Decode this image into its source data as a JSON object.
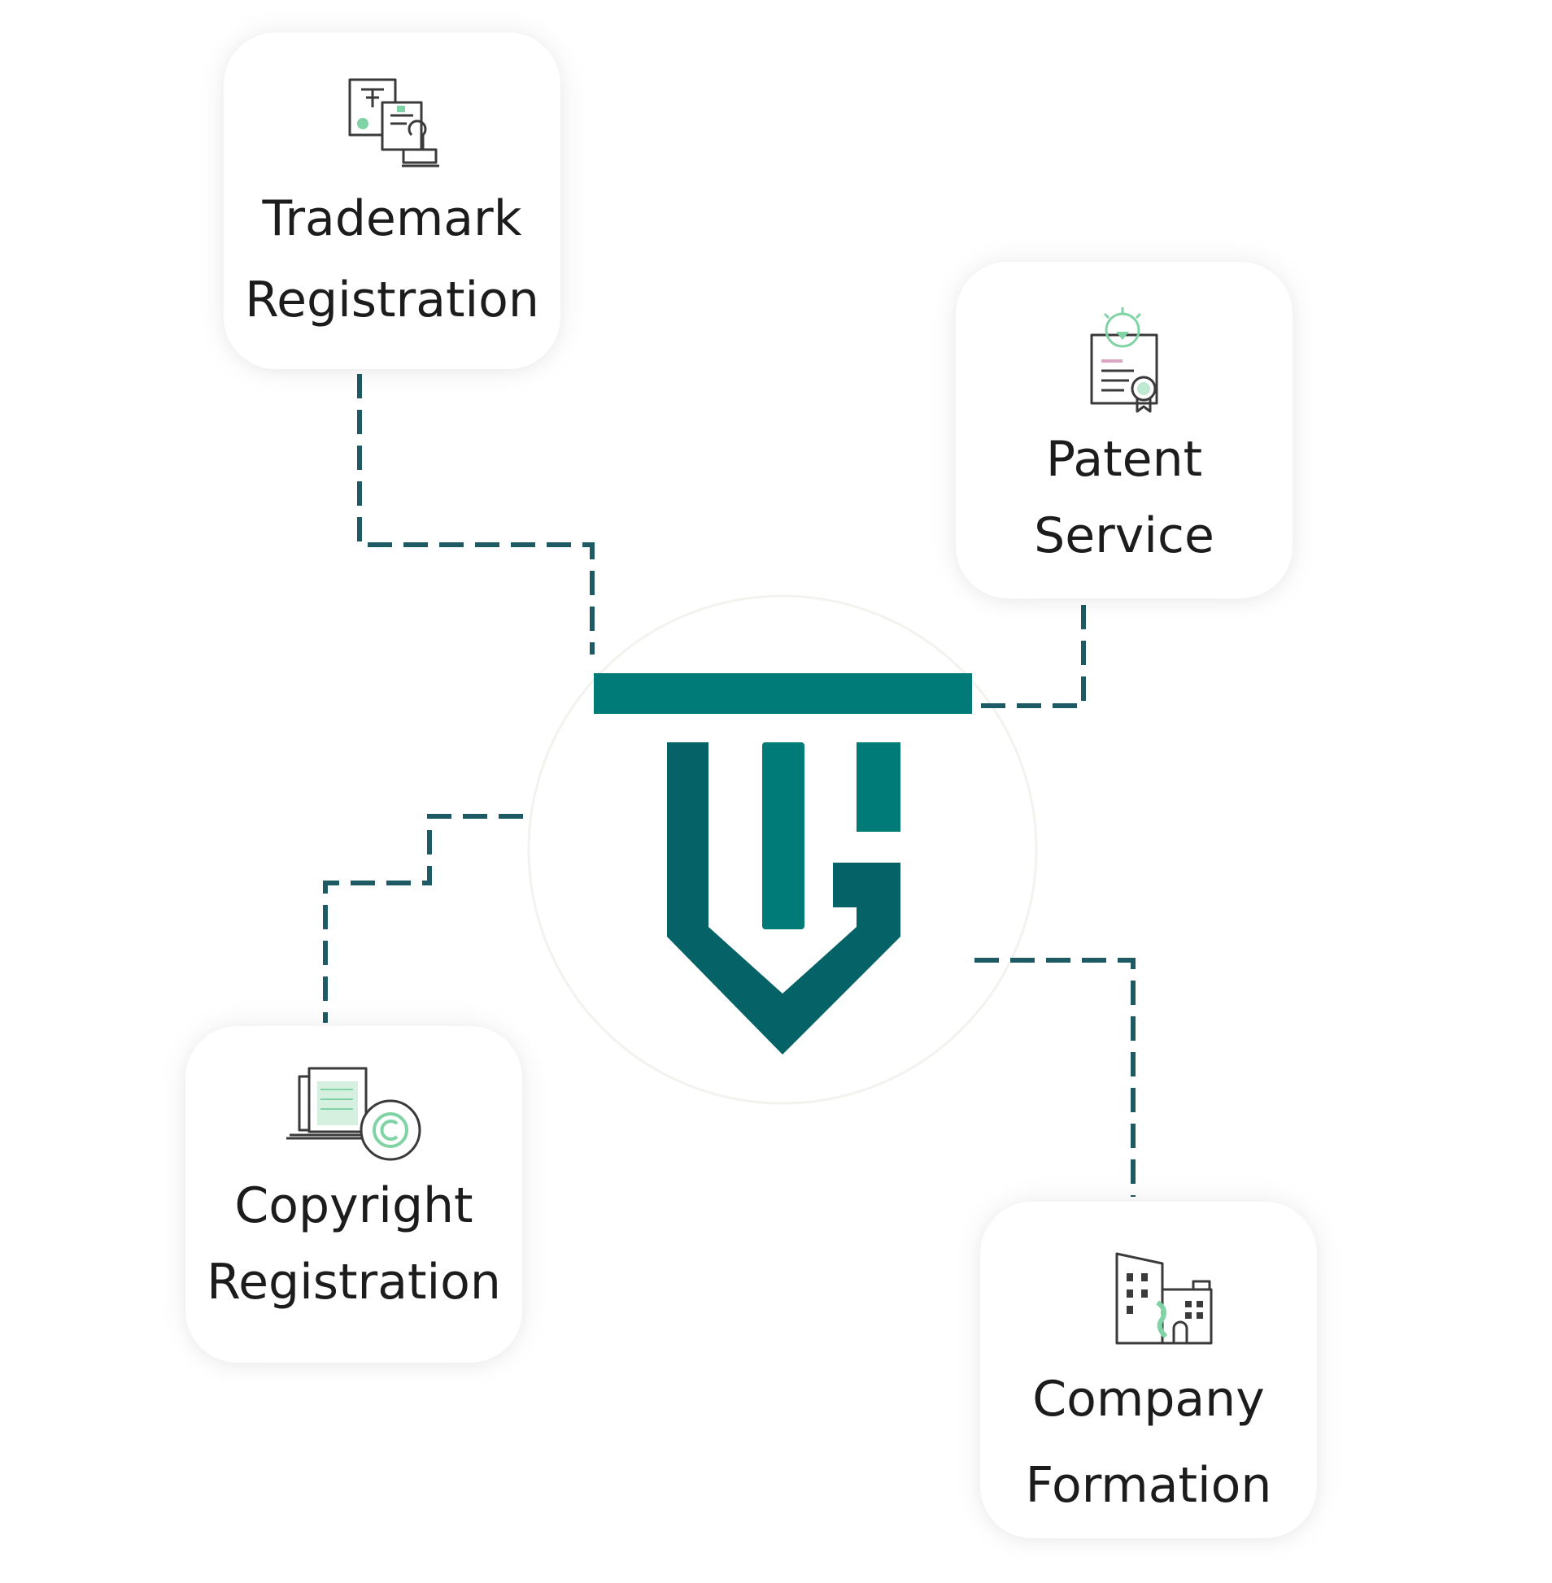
{
  "services": [
    {
      "id": "trademark",
      "icon": "trademark-certificate-icon",
      "line1": "Trademark",
      "line2": "Registration"
    },
    {
      "id": "patent",
      "icon": "patent-certificate-icon",
      "line1": "Patent",
      "line2": "Service"
    },
    {
      "id": "copyright",
      "icon": "copyright-document-icon",
      "line1": "Copyright",
      "line2": "Registration"
    },
    {
      "id": "company",
      "icon": "company-building-icon",
      "line1": "Company",
      "line2": "Formation"
    }
  ],
  "logo": {
    "icon": "brand-logo-icon"
  },
  "colors": {
    "connector": "#1e5a63",
    "logo_primary": "#007b77",
    "logo_dark": "#056266",
    "icon_stroke": "#3a3a3a",
    "icon_accent": "#7fd3a4"
  }
}
